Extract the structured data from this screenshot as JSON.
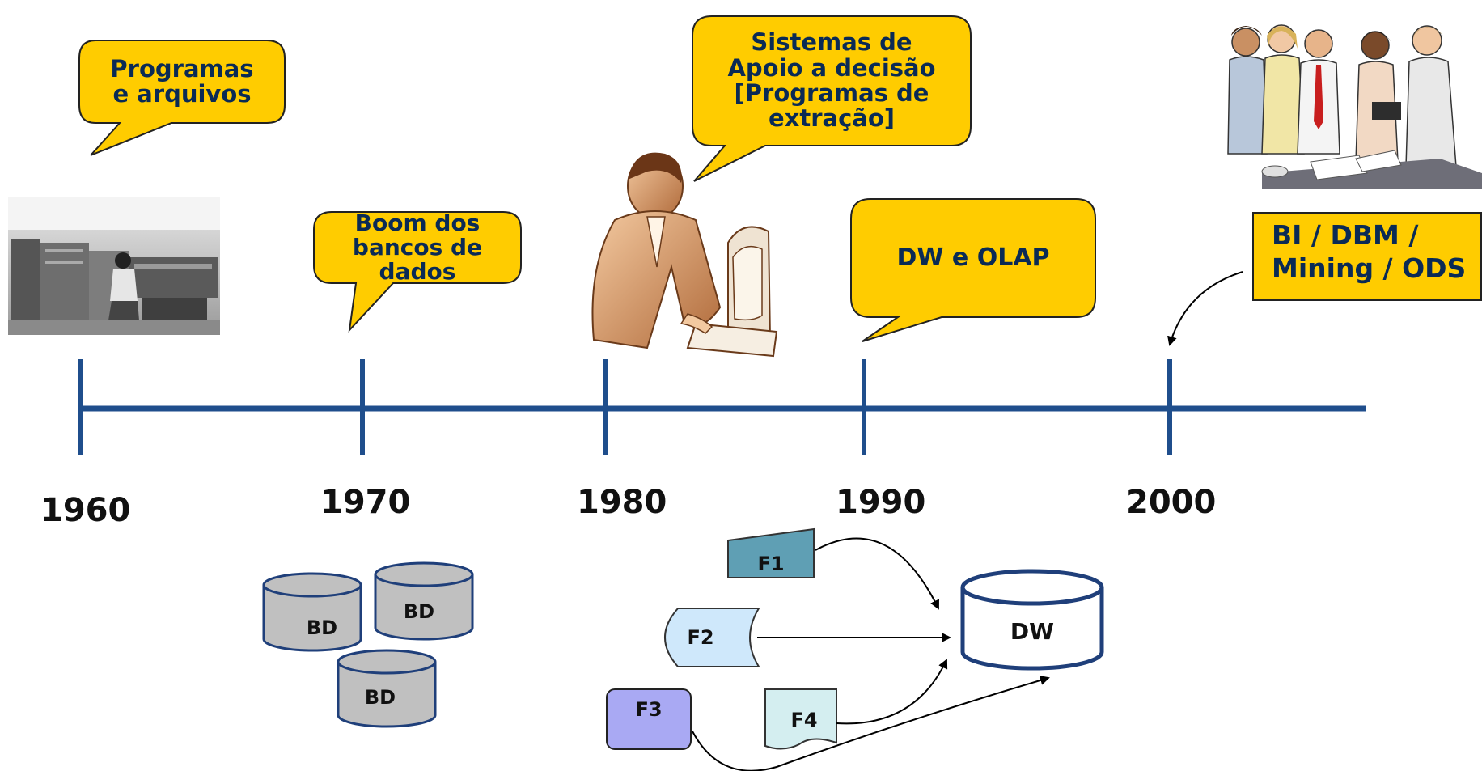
{
  "timeline": {
    "years": [
      "1960",
      "1970",
      "1980",
      "1990",
      "2000"
    ],
    "line_color": "#1f4e8c"
  },
  "callouts": {
    "c1960": "Programas\ne arquivos",
    "c1970": "Boom dos\nbancos de\ndados",
    "c1980": "Sistemas de\nApoio a decisão\n[Programas de\nextração]",
    "c1990": "DW e OLAP",
    "c2000": "BI / DBM /\nMining / ODS"
  },
  "databases": {
    "bd1": "BD",
    "bd2": "BD",
    "bd3": "BD"
  },
  "dw_diagram": {
    "f1": "F1",
    "f2": "F2",
    "f3": "F3",
    "f4": "F4",
    "dw": "DW"
  },
  "colors": {
    "callout_fill": "#ffcc00",
    "db_fill": "#c0c0c0",
    "db_stroke": "#1f3f7a",
    "f1_fill": "#5f9fb4",
    "f2_fill": "#cfe8fb",
    "f3_fill": "#a9a9f3",
    "f4_fill": "#d4eef0"
  },
  "images": {
    "photo_1960": "mainframe-computer-photo",
    "clipart_1980": "person-at-computer-clipart",
    "clipart_2000": "business-team-clipart"
  }
}
